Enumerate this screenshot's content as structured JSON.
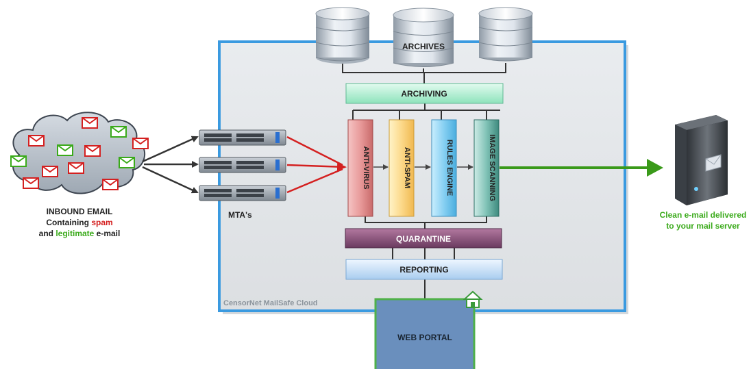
{
  "labels": {
    "archives": "ARCHIVES",
    "archiving": "ARCHIVING",
    "quarantine": "QUARANTINE",
    "reporting": "REPORTING",
    "web_portal": "WEB PORTAL",
    "cloud_name": "CensorNet MailSafe Cloud",
    "mtas": "MTA's"
  },
  "filters": [
    {
      "label": "ANTI-VIRUS"
    },
    {
      "label": "ANTI-SPAM"
    },
    {
      "label": "RULES ENGINE"
    },
    {
      "label": "IMAGE SCANNING"
    }
  ],
  "inbound": {
    "line1": "INBOUND EMAIL",
    "line2": "Containing ",
    "spam": "spam",
    "line3_pre": "and ",
    "legit": "legitimate",
    "line3_post": " e-mail"
  },
  "destination": {
    "line1": "Clean e-mail delivered",
    "line2": "to your mail server"
  },
  "colors": {
    "cloud_border": "#3a9ae0",
    "spam": "#d42020",
    "legit": "#3aaa1a",
    "delivery": "#3a9a1a"
  }
}
